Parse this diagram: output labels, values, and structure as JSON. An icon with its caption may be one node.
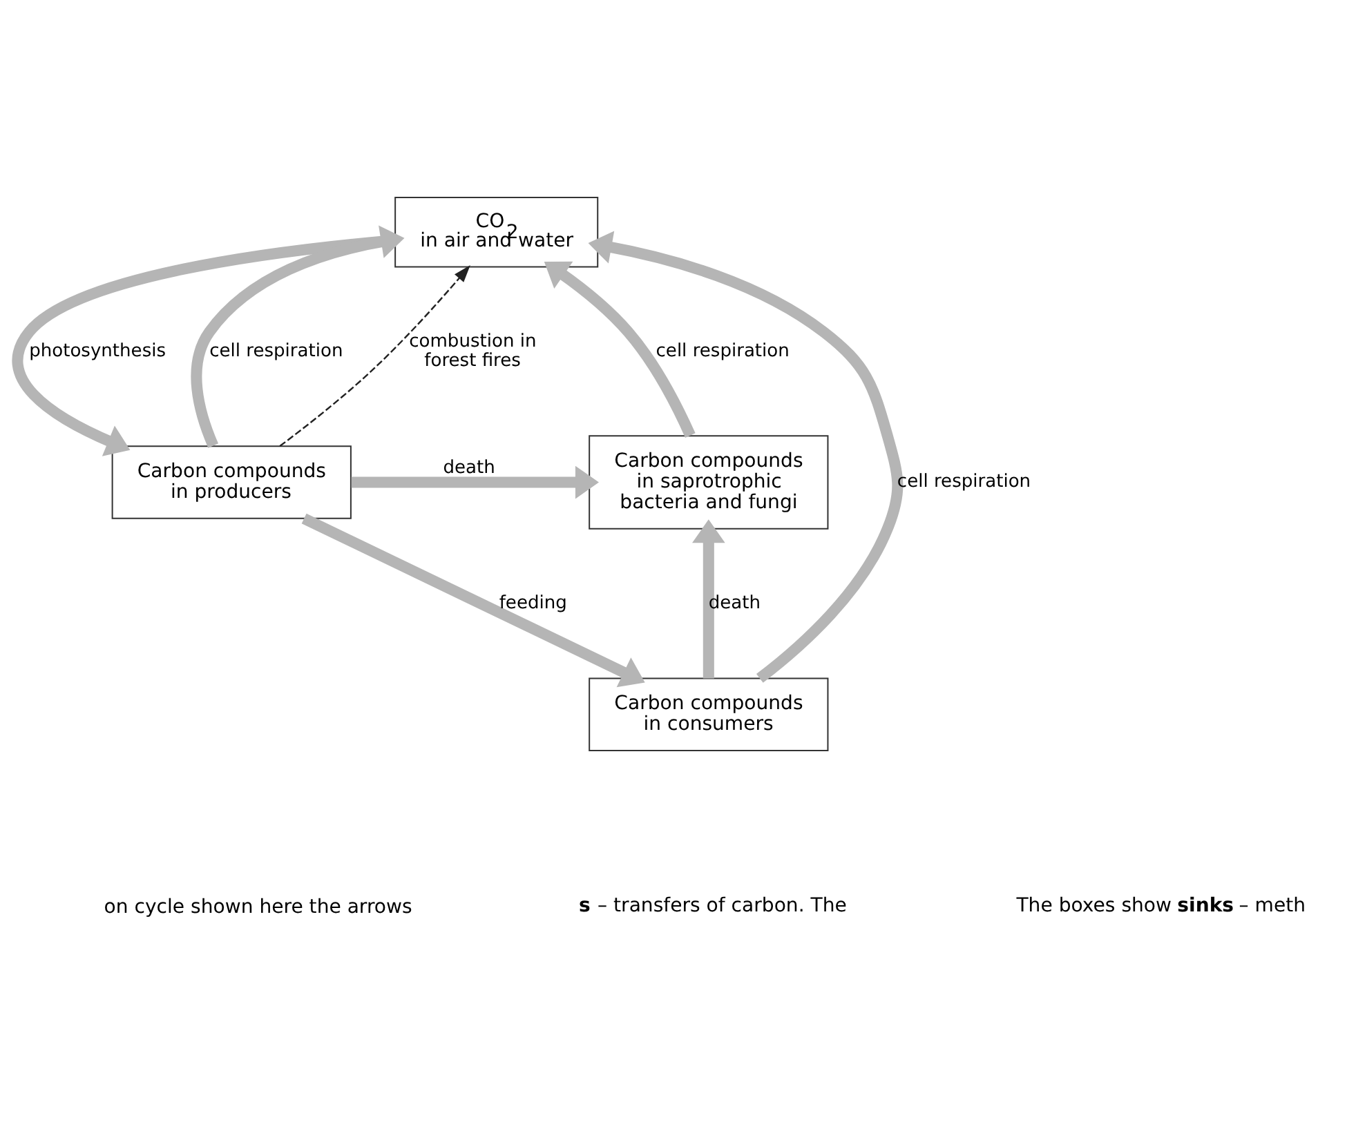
{
  "diagram": {
    "nodes": [
      {
        "text": [
          "CO$_{2}$",
          "in air and water"
        ]
      },
      {
        "text": [
          "Carbon compounds in saprotrophic bacteria and fungi"
        ]
      },
      {
        "text": [
          "Carbon compounds in producers"
        ]
      },
      {
        "text": [
          "Carbon compounds in consumers"
        ]
      }
    ],
    "edges": [
      {
        "from": 1,
        "to": 0,
        "arrow": "to",
        "label": "cell respiration"
      },
      {
        "from": 3,
        "to": 0,
        "arrow": "to",
        "label": "cell respiration"
      },
      {
        "from": 2,
        "to": 0,
        "arrow": "to",
        "label": "cell respiration"
      },
      {
        "from": 2,
        "to": 0,
        "arrow": "to",
        "label": "combustion in forest fires",
        "style": "dashed",
        "color": "#222222"
      },
      {
        "from": 0,
        "to": 2,
        "arrow": "to",
        "label": "photosynthesis"
      },
      {
        "from": 2,
        "to": 1,
        "arrow": "to",
        "label": "death"
      },
      {
        "from": 3,
        "to": 1,
        "arrow": "to",
        "label": "death"
      },
      {
        "from": 2,
        "to": 3,
        "arrow": "to",
        "label": "feeding"
      }
    ],
    "labels": [
      "on cycle shown here the arrows",
      "**s** – transfers of carbon. The",
      "The boxes show **sinks** – meth"
    ]
  }
}
